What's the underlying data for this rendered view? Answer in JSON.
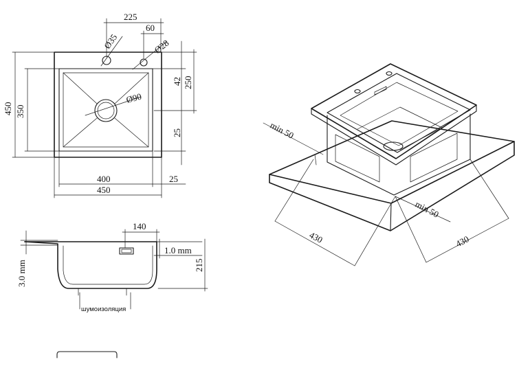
{
  "top_view": {
    "dim_225": "225",
    "dim_60": "60",
    "dim_d35": "Ø35",
    "dim_d28": "Ø28",
    "dim_d90": "Ø90",
    "dim_450_v": "450",
    "dim_350_v": "350",
    "dim_42": "42",
    "dim_250": "250",
    "dim_25_right": "25",
    "dim_400": "400",
    "dim_25_bottom": "25",
    "dim_450_h": "450"
  },
  "side_view": {
    "dim_140": "140",
    "dim_1mm": "1.0 mm",
    "dim_3mm": "3.0 mm",
    "dim_215": "215",
    "insulation_label": "шумоизоляция"
  },
  "iso_view": {
    "min50_left": "min 50",
    "min50_right": "min 50",
    "dim_430_left": "430",
    "dim_430_right": "430"
  }
}
